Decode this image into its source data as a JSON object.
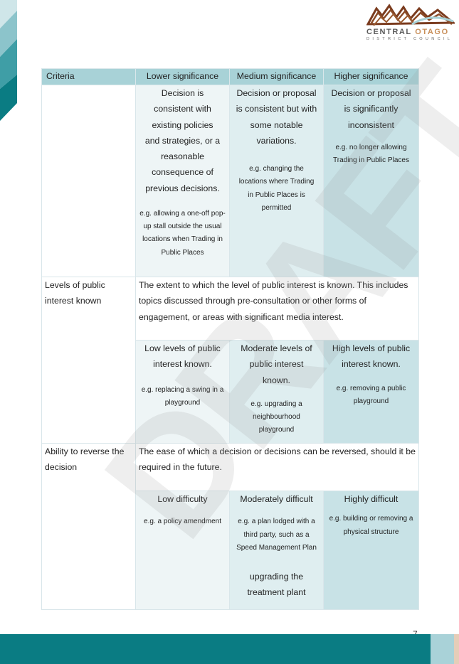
{
  "logo": {
    "line1_a": "CENTRAL",
    "line1_b": "OTAGO",
    "line2": "DISTRICT COUNCIL"
  },
  "watermark": "DRAFT",
  "table": {
    "headers": [
      "Criteria",
      "Lower significance",
      "Medium significance",
      "Higher significance"
    ],
    "row1": {
      "criteria": "",
      "low": "Decision is consistent with existing policies and strategies, or a reasonable consequence of previous decisions.",
      "low_example": "e.g. allowing a one-off pop-up stall outside the usual locations when Trading in Public Places",
      "medium": "Decision or proposal is consistent but with some notable variations.",
      "medium_example": "e.g. changing the locations where Trading in Public Places is permitted",
      "high": "Decision or proposal is significantly inconsistent",
      "high_example": "e.g. no longer allowing Trading in Public Places"
    },
    "row2": {
      "criteria": "Levels of public interest known",
      "description": "The extent to which the level of public interest is known. This includes topics discussed through pre-consultation or other forms of engagement, or areas with significant media interest.",
      "low": "Low levels of public interest known.",
      "low_example": "e.g. replacing a swing in a playground",
      "medium": "Moderate levels of public interest known.",
      "medium_example": "e.g. upgrading a neighbourhood playground",
      "high": "High levels of public interest known.",
      "high_example": "e.g. removing a public playground"
    },
    "row3": {
      "criteria": "Ability to reverse the decision",
      "description": "The ease of which a decision or decisions can be reversed, should it be required in the future.",
      "low": "Low difficulty",
      "low_example": "e.g. a policy amendment",
      "medium": "Moderately difficult",
      "medium_example": "e.g. a plan lodged with a third party, such as a Speed Management Plan",
      "medium_extra": "upgrading the treatment plant",
      "high": "Highly difficult",
      "high_example": "e.g. building or removing a physical structure"
    }
  },
  "page_number": "7",
  "colors": {
    "header": "#a8d2d7",
    "low": "#eef5f6",
    "medium": "#dfeef0",
    "high": "#c8e2e6",
    "footer": "#0a7c83",
    "footer_light": "#a9d2d8",
    "footer_edge": "#e5cdb8"
  }
}
